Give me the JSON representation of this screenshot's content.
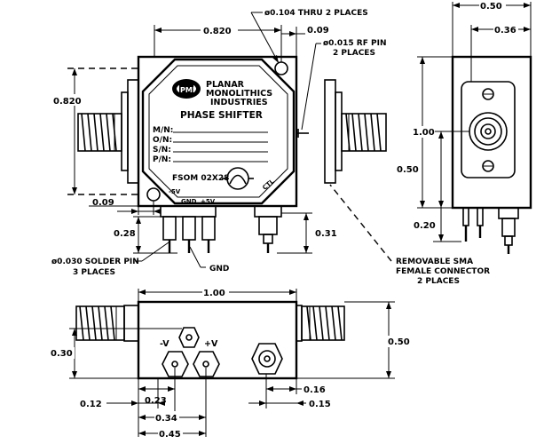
{
  "dimensions": {
    "width_top": "0.820",
    "height_left": "0.820",
    "offset_top": "0.09",
    "offset_left": "0.09",
    "pin_height": "0.28",
    "rf_pin_height": "0.31",
    "right_height": "1.00",
    "right_half": "0.50",
    "right_depth": "0.50",
    "right_inner": "0.36",
    "right_bottom": "0.20",
    "bottom_width": "1.00",
    "bottom_height": "0.50",
    "bottom_left_height": "0.30",
    "bottom_12": "0.12",
    "bottom_23": "0.23",
    "bottom_34": "0.34",
    "bottom_45": "0.45",
    "bottom_16": "0.16",
    "bottom_15": "0.15"
  },
  "notes": {
    "thru_hole": "ø0.104 THRU 2 PLACES",
    "rf_pin_line1": "ø0.015 RF PIN",
    "rf_pin_line2": "2 PLACES",
    "solder_pin_line1": "ø0.030 SOLDER PIN",
    "solder_pin_line2": "3 PLACES",
    "gnd": "GND",
    "connector_line1": "REMOVABLE SMA",
    "connector_line2": "FEMALE CONNECTOR",
    "connector_line3": "2 PLACES"
  },
  "label": {
    "company_line1": "PLANAR",
    "company_line2": "MONOLITHICS",
    "company_line3": "INDUSTRIES",
    "product": "PHASE SHIFTER",
    "field_mn": "M/N:",
    "field_on": "O/N:",
    "field_sn": "S/N:",
    "field_pn": "P/N:",
    "model": "FSOM 02X28",
    "pin_neg": "-5V",
    "pin_gnd": "GND",
    "pin_pos": "+5V",
    "port_label": "CTL"
  },
  "side_labels": {
    "minus_v": "-V",
    "plus_v": "+V"
  }
}
